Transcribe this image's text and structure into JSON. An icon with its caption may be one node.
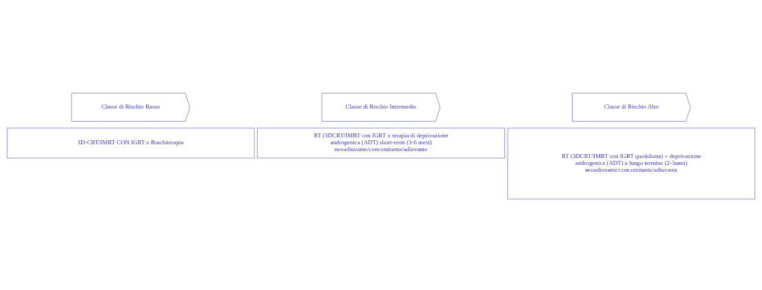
{
  "diagram": {
    "nodes": [
      {
        "text": [
          "Classe di Rischio Basso"
        ]
      },
      {
        "text": [
          "3D-CRT/IMRT CON IGRT o Brachiterapia"
        ]
      },
      {
        "text": [
          "Classe di Rischio Intermedio"
        ]
      },
      {
        "text": [
          "RT (3DCRT/IMRT con IGRT ± terapia di deprivazione androgenica (ADT) short-term (3-6 mesi) neoadiuvante/concomitante/adiuvante"
        ]
      },
      {
        "text": [
          "Classe di Rischio Alto"
        ]
      },
      {
        "text": [
          "RT (3DCRT/IMRT con IGRT quotidiana) + deprivazione androgenica (ADT) a lungo termine (2-3anni) neoadiuvante/concomitante/adiuvante"
        ]
      }
    ],
    "edges": []
  }
}
